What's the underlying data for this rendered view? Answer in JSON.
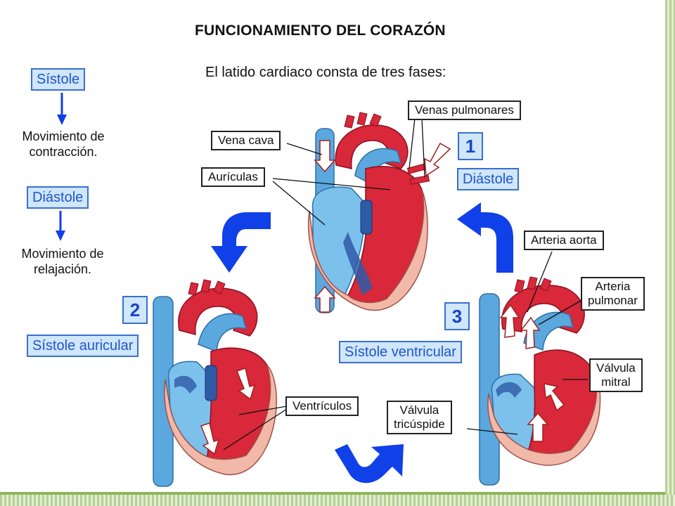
{
  "title": "FUNCIONAMIENTO DEL CORAZÓN",
  "subtitle": "El latido cardiaco consta de tres fases:",
  "legend": {
    "systole_label": "Sístole",
    "systole_desc_line1": "Movimiento de",
    "systole_desc_line2": "contracción.",
    "diastole_label": "Diástole",
    "diastole_desc_line1": "Movimiento de",
    "diastole_desc_line2": "relajación."
  },
  "phases": [
    {
      "number": "1",
      "name": "Diástole"
    },
    {
      "number": "2",
      "name": "Sístole auricular"
    },
    {
      "number": "3",
      "name": "Sístole ventricular"
    }
  ],
  "labels": {
    "venas_pulmonares": "Venas pulmonares",
    "vena_cava": "Vena cava",
    "auriculas": "Aurículas",
    "arteria_aorta": "Arteria aorta",
    "arteria_pulmonar_line1": "Arteria",
    "arteria_pulmonar_line2": "pulmonar",
    "valvula_mitral_line1": "Válvula",
    "valvula_mitral_line2": "mitral",
    "ventriculos": "Ventrículos",
    "valvula_tricuspide_line1": "Válvula",
    "valvula_tricuspide_line2": "tricúspide"
  },
  "colors": {
    "phase_box_fill": "#cfe6fb",
    "phase_box_border": "#3a6fd0",
    "cycle_arrow": "#1040e8",
    "oxygenated_blood": "#d8283a",
    "deoxygenated_blood": "#5aa8de",
    "heart_wall": "#f2b9a8",
    "slide_frame": "#8fb55a"
  }
}
